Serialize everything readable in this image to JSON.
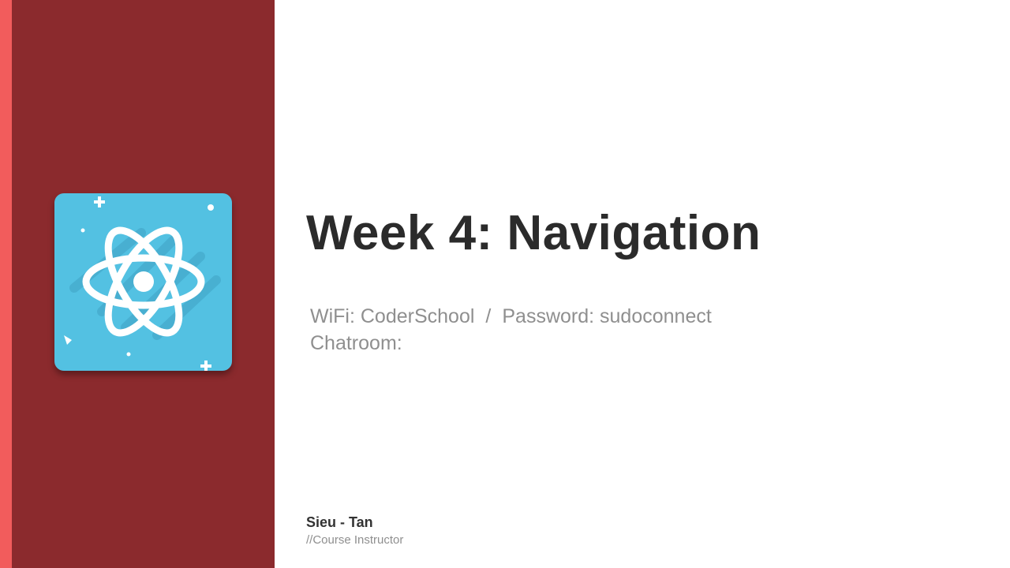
{
  "colors": {
    "accent_strip": "#f25c5c",
    "side_panel": "#8b2a2d",
    "logo_background": "#53c1e2",
    "title_text": "#2b2b2b",
    "info_text": "#8f8f8f"
  },
  "logo": {
    "icon": "react-atom-icon"
  },
  "slide": {
    "title": "Week 4: Navigation",
    "wifi_line": "WiFi: CoderSchool",
    "separator": "/",
    "password_line": "Password: sudoconnect",
    "chatroom_label": "Chatroom:"
  },
  "presenter": {
    "name": "Sieu - Tan",
    "role": "//Course Instructor"
  }
}
